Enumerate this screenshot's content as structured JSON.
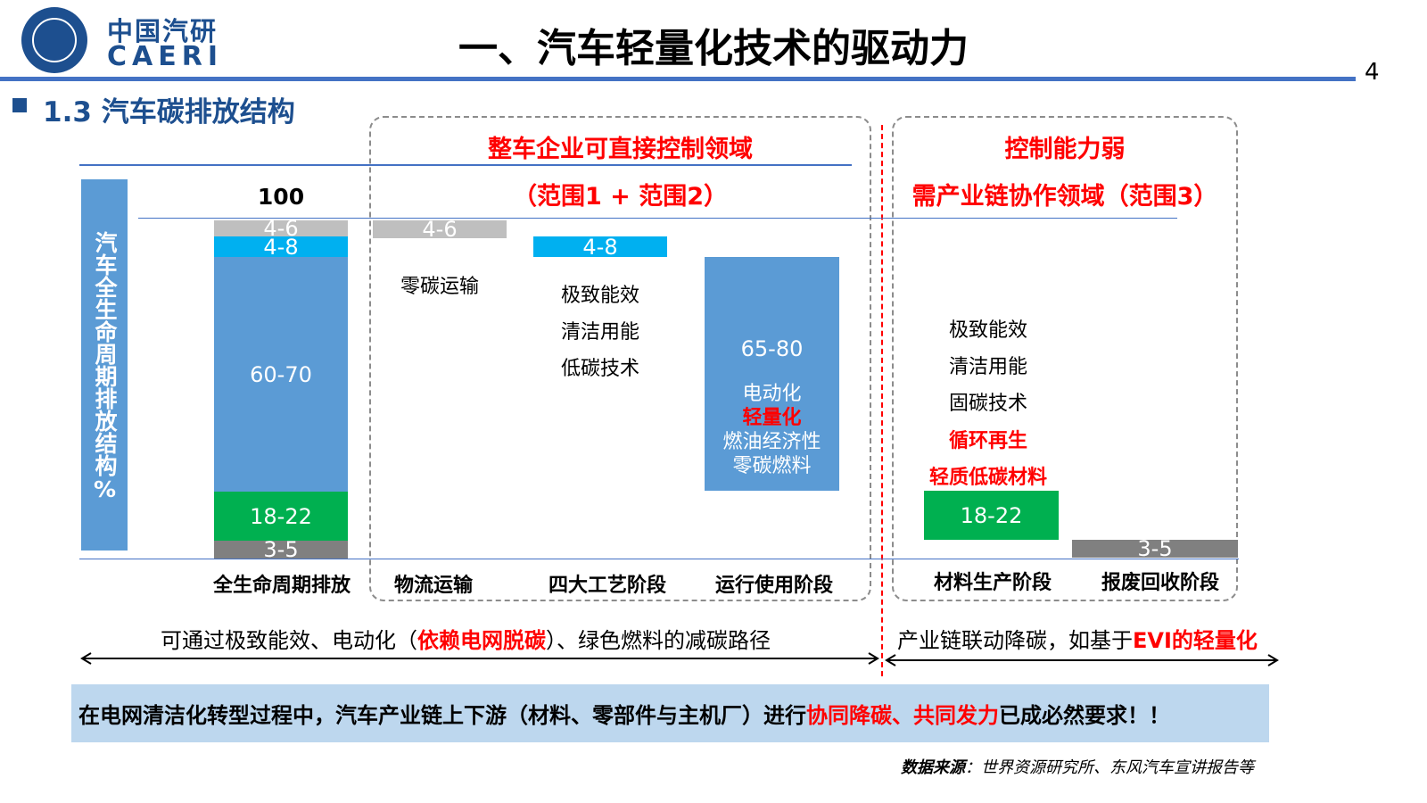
{
  "header": {
    "logo_cn": "中国汽研",
    "logo_en": "CAERI",
    "title": "一、汽车轻量化技术的驱动力",
    "page_number": "4"
  },
  "section": {
    "title": "1.3 汽车碳排放结构"
  },
  "zones": {
    "direct": {
      "line1": "整车企业可直接控制领域",
      "line2": "（范围1 + 范围2）"
    },
    "weak": {
      "line1": "控制能力弱",
      "line2": "需产业链协作领域（范围3）"
    }
  },
  "y_axis_label": "汽车全生命周期排放结构%",
  "chart_data": {
    "type": "waterfall",
    "total_label": "100",
    "categories": [
      "全生命周期排放",
      "物流运输",
      "四大工艺阶段",
      "运行使用阶段",
      "材料生产阶段",
      "报废回收阶段"
    ],
    "stack": [
      {
        "label": "4-6",
        "color": "#bfbfbf"
      },
      {
        "label": "4-8",
        "color": "#00b0f0"
      },
      {
        "label": "60-70",
        "color": "#5b9bd5"
      },
      {
        "label": "18-22",
        "color": "#00b050"
      },
      {
        "label": "3-5",
        "color": "#808080"
      }
    ],
    "steps": [
      {
        "category": "物流运输",
        "label": "4-6",
        "color": "#bfbfbf"
      },
      {
        "category": "四大工艺阶段",
        "label": "4-8",
        "color": "#00b0f0"
      },
      {
        "category": "运行使用阶段",
        "label": "65-80",
        "color": "#5b9bd5"
      },
      {
        "category": "材料生产阶段",
        "label": "18-22",
        "color": "#00b050"
      },
      {
        "category": "报废回收阶段",
        "label": "3-5",
        "color": "#808080"
      }
    ]
  },
  "notes": {
    "logistics": [
      "零碳运输"
    ],
    "process": [
      "极致能效",
      "清洁用能",
      "低碳技术"
    ],
    "usage": [
      "电动化",
      "轻量化",
      "燃油经济性",
      "零碳燃料"
    ],
    "material": [
      "极致能效",
      "清洁用能",
      "固碳技术",
      "循环再生",
      "轻质低碳材料"
    ]
  },
  "paths": {
    "left_a": "可通过极致能效、电动化（",
    "left_red": "依赖电网脱碳",
    "left_b": "）、绿色燃料的减碳路径",
    "right_a": "产业链联动降碳，如基于",
    "right_red": "EVI的轻量化"
  },
  "banner": {
    "a": "在电网清洁化转型过程中，汽车产业链上下游（材料、零部件与主机厂）进行",
    "red": "协同降碳、共同发力",
    "b": "已成必然要求！！"
  },
  "source": {
    "label": "数据来源",
    "text": "：世界资源研究所、东风汽车宣讲报告等"
  },
  "colors": {
    "accent": "#1d4f8f",
    "rule": "#4472c4",
    "highlight": "#ff0000",
    "banner_bg": "#bdd7ee"
  }
}
